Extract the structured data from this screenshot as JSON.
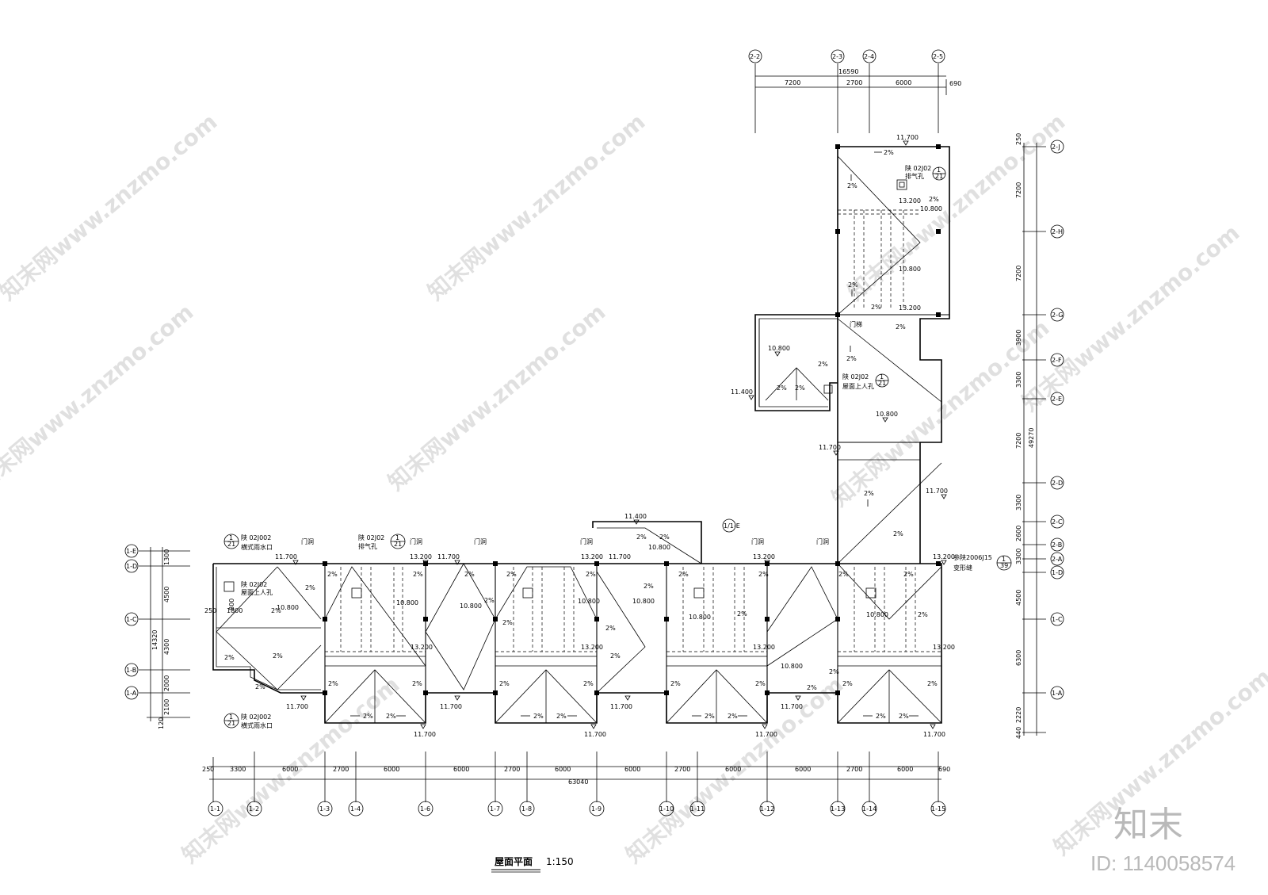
{
  "drawing": {
    "title": "屋面平面",
    "scale": "1:150",
    "brand": "知末",
    "id_label": "ID: 1140058574",
    "watermark": "知末网www.znzmo.com"
  },
  "top_axes": {
    "labels": [
      "2-2",
      "2-3",
      "2-4",
      "2-5"
    ],
    "total": "16590",
    "spans": [
      "7200",
      "2700",
      "6000"
    ],
    "edge": "690"
  },
  "right_axes": {
    "labels": [
      "2-J",
      "2-H",
      "2-G",
      "2-F",
      "2-E",
      "2-D",
      "2-C",
      "2-B",
      "2-A",
      "1-D",
      "1-C",
      "1-A"
    ],
    "spans": [
      "250",
      "7200",
      "7200",
      "3900",
      "3300",
      "7200",
      "3300",
      "2600",
      "3300",
      "4500",
      "6300",
      "2220",
      "440"
    ],
    "total": "49270"
  },
  "left_axes": {
    "labels": [
      "1-E",
      "1-D",
      "1-C",
      "1-B",
      "1-A"
    ],
    "spans": [
      "1300",
      "4500",
      "4300",
      "2000",
      "2100",
      "120"
    ],
    "total": "14320"
  },
  "bottom_axes": {
    "labels": [
      "1-1",
      "1-2",
      "1-3",
      "1-4",
      "1-6",
      "1-7",
      "1-8",
      "1-9",
      "1-10",
      "1-11",
      "1-12",
      "1-13",
      "1-14",
      "1-15"
    ],
    "spans": [
      "250",
      "3300",
      "6000",
      "2700",
      "6000",
      "6000",
      "2700",
      "6000",
      "6000",
      "2700",
      "6000",
      "6000",
      "2700",
      "6000",
      "690"
    ],
    "total": "63040"
  },
  "annotations": {
    "standard_drain": "陕 02J002",
    "drain_note": "横式雨水口",
    "vent_std": "陕 02J02",
    "vent_note": "排气孔",
    "hatch_std": "陕 02J02",
    "hatch_note": "屋面上人孔",
    "joint_std": "参陕2006J15",
    "joint_note": "变形缝",
    "ref_1": "1",
    "ref_21": "21",
    "ref_39": "39",
    "door": "门洞",
    "axis_1e": "1/1-E",
    "door2": "门梯"
  },
  "elevations": [
    "11.700",
    "13.200",
    "10.800",
    "11.400",
    "13.200",
    "10.800",
    "11.700",
    "11.400",
    "11.700"
  ],
  "slope": "2%",
  "dims_misc": [
    "250",
    "1800",
    "800"
  ]
}
